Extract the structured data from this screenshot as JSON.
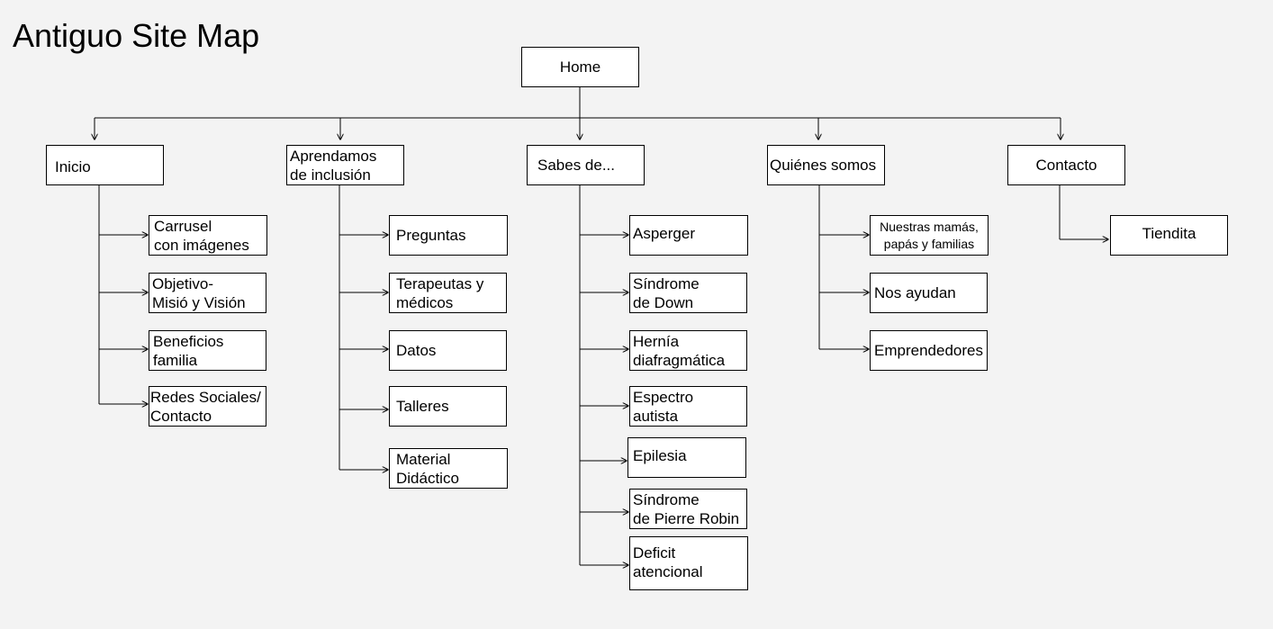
{
  "title": "Antiguo Site Map",
  "home": "Home",
  "sections": {
    "inicio": {
      "label": "Inicio",
      "children": [
        "Carrusel\ncon imágenes",
        "Objetivo-\nMisió y Visión",
        "Beneficios\nfamilia",
        "Redes Sociales/\nContacto"
      ]
    },
    "aprendamos": {
      "label": "Aprendamos\nde inclusión",
      "children": [
        "Preguntas",
        "Terapeutas y\n médicos",
        "Datos",
        "Talleres",
        "Material\nDidáctico"
      ]
    },
    "sabes": {
      "label": "Sabes de...",
      "children": [
        "Asperger",
        "Síndrome\nde Down",
        "Hernía\ndiafragmática",
        "Espectro\nautista",
        "Epilesia",
        "Síndrome\nde Pierre Robin",
        "Deficit\natencional"
      ]
    },
    "quienes": {
      "label": "Quiénes somos",
      "children": [
        "Nuestras mamás,\npapás y familias",
        "Nos ayudan",
        "Emprendedores"
      ]
    },
    "contacto": {
      "label": "Contacto",
      "children": [
        "Tiendita"
      ]
    }
  }
}
